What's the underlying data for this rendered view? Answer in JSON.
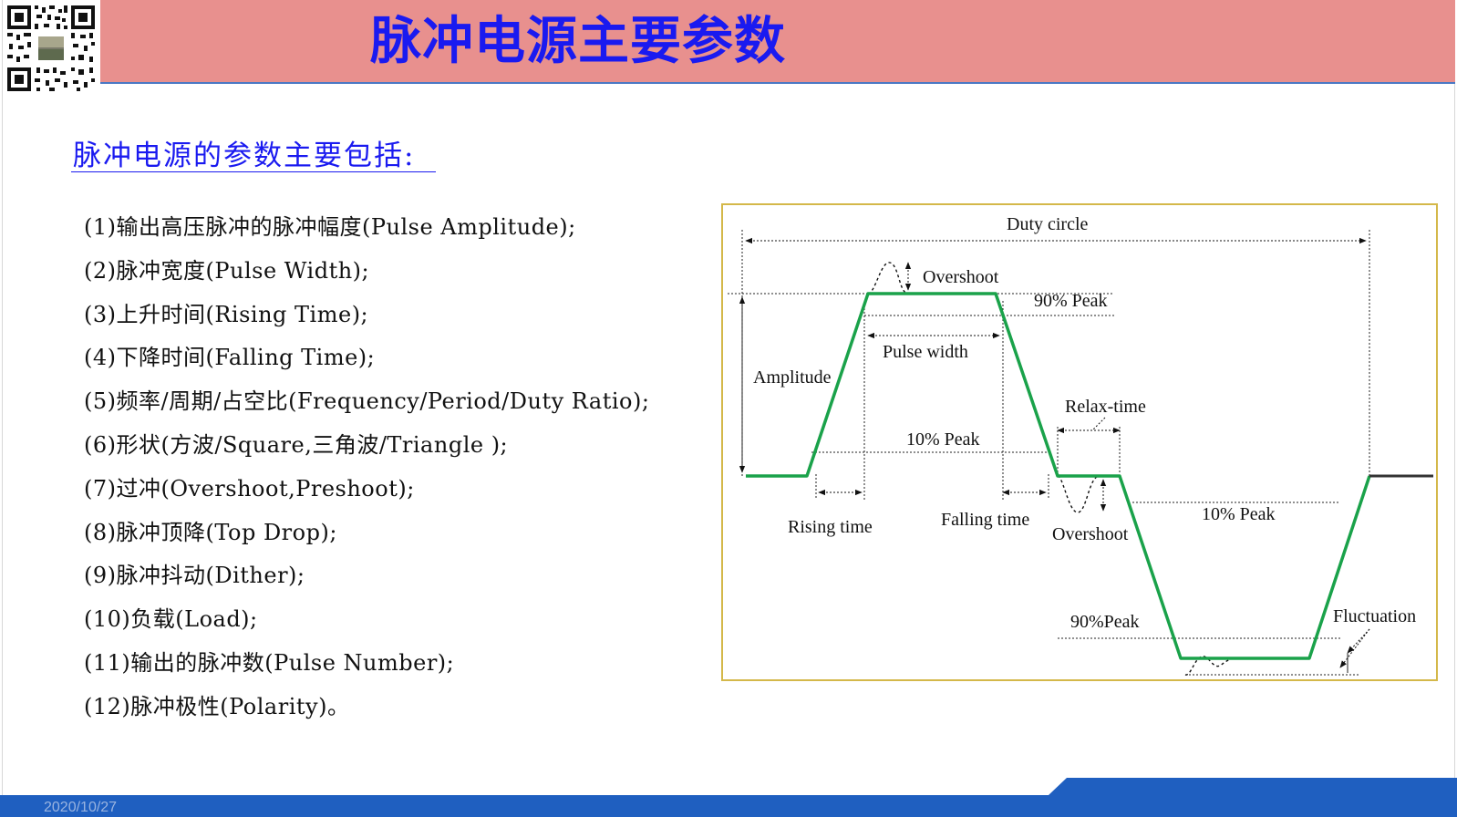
{
  "slide": {
    "title": "脉冲电源主要参数",
    "section_heading": "脉冲电源的参数主要包括:",
    "date": "2020/10/27",
    "colors": {
      "title_bar": "#e8908e",
      "title_text": "#1a1af0",
      "footer_band": "#1f5fc0",
      "pulse_line": "#1aa24a",
      "diagram_border": "#d4b84a"
    }
  },
  "parameters": [
    "(1)输出高压脉冲的脉冲幅度(Pulse Amplitude);",
    "(2)脉冲宽度(Pulse Width);",
    "(3)上升时间(Rising Time);",
    "(4)下降时间(Falling Time);",
    "(5)频率/周期/占空比(Frequency/Period/Duty Ratio);",
    "(6)形状(方波/Square,三角波/Triangle );",
    "(7)过冲(Overshoot,Preshoot);",
    "(8)脉冲顶降(Top Drop);",
    "(9)脉冲抖动(Dither);",
    "(10)负载(Load);",
    "(11)输出的脉冲数(Pulse Number);",
    "(12)脉冲极性(Polarity)。"
  ],
  "diagram_labels": {
    "duty_circle": "Duty circle",
    "overshoot_top": "Overshoot",
    "peak90_top": "90% Peak",
    "pulse_width": "Pulse width",
    "amplitude": "Amplitude",
    "relax_time": "Relax-time",
    "peak10_top": "10% Peak",
    "rising_time": "Rising time",
    "falling_time": "Falling time",
    "overshoot_bottom": "Overshoot",
    "peak10_bottom": "10% Peak",
    "peak90_bottom": "90%Peak",
    "fluctuation": "Fluctuation"
  }
}
